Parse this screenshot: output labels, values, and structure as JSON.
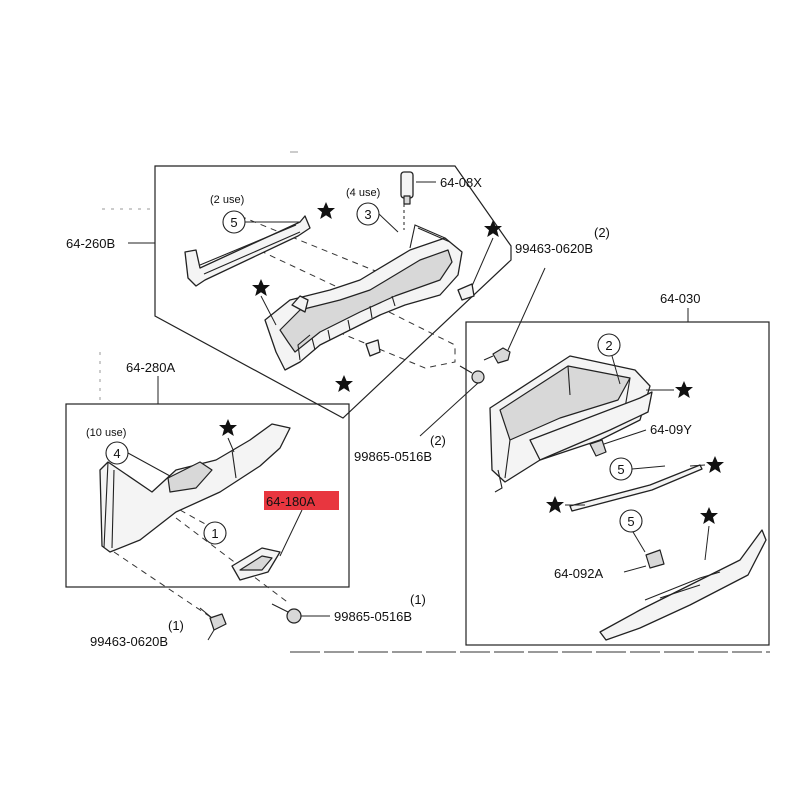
{
  "accent_color": "#e8363f",
  "labels": {
    "top_assembly": "64-260B",
    "right_assembly": "64-030",
    "left_assembly": "64-280A",
    "highlighted_part": "64-180A",
    "damper": "64-08X",
    "latch": "64-09Y",
    "lid_panel": "64-092A",
    "bolt_top_right": "99463-0620B",
    "bolt_bottom_left": "99463-0620B",
    "screw_middle": "99865-0516B",
    "screw_bottom": "99865-0516B"
  },
  "quantities": {
    "bolt_top_right": "(2)",
    "bolt_bottom_left": "(1)",
    "screw_middle": "(2)",
    "screw_bottom": "(1)"
  },
  "callouts": [
    {
      "number": "5",
      "use": "(2 use)"
    },
    {
      "number": "3",
      "use": "(4 use)"
    },
    {
      "number": "4",
      "use": "(10 use)"
    },
    {
      "number": "1",
      "use": ""
    },
    {
      "number": "2",
      "use": ""
    },
    {
      "number": "5",
      "use": ""
    },
    {
      "number": "5",
      "use": ""
    }
  ],
  "icons": [
    "star-icon",
    "bolt-icon",
    "screw-icon",
    "clip-icon",
    "damper-icon"
  ]
}
